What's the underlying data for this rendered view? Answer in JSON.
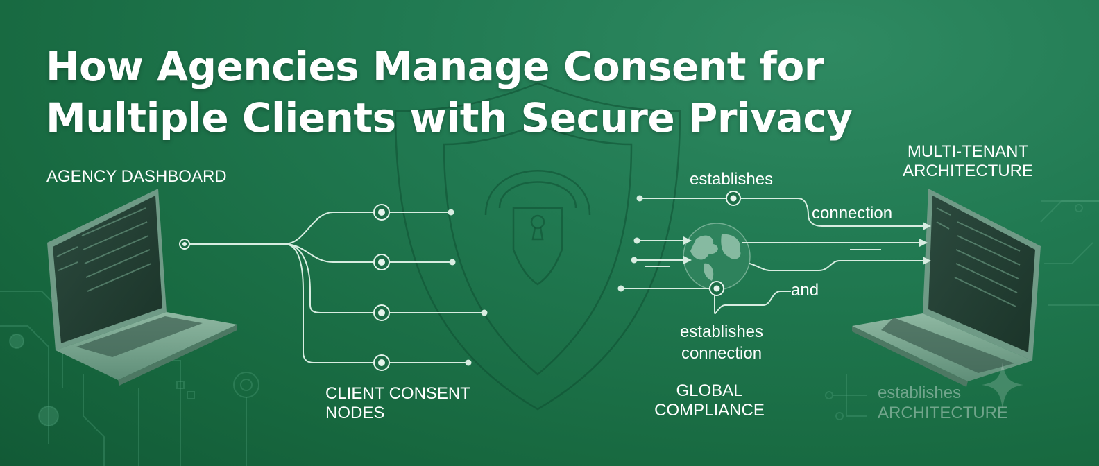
{
  "title": {
    "line1": "How Agencies Manage Consent for",
    "line2": "Multiple Clients with Secure Privacy"
  },
  "labels": {
    "agency_dashboard": "AGENCY DASHBOARD",
    "client_consent_nodes_line1": "CLIENT CONSENT",
    "client_consent_nodes_line2": "NODES",
    "multi_tenant_line1": "MULTI-TENANT",
    "multi_tenant_line2": "ARCHITECTURE",
    "establishes_top": "establishes",
    "connection_top": "connection",
    "and": "and",
    "establishes_mid": "establishes",
    "connection_mid": "connection",
    "global_line1": "GLOBAL",
    "global_line2": "COMPLIANCE",
    "faint_establishes": "establishes",
    "faint_architecture": "ARCHITECTURE"
  },
  "icons": {
    "left_laptop": "laptop-icon",
    "right_laptop": "laptop-icon",
    "shield": "shield-lock-icon",
    "globe": "globe-icon",
    "sparkle": "sparkle-icon"
  },
  "colors": {
    "background": "#1c7048",
    "text": "#ffffff",
    "line": "#cfe7d9"
  }
}
